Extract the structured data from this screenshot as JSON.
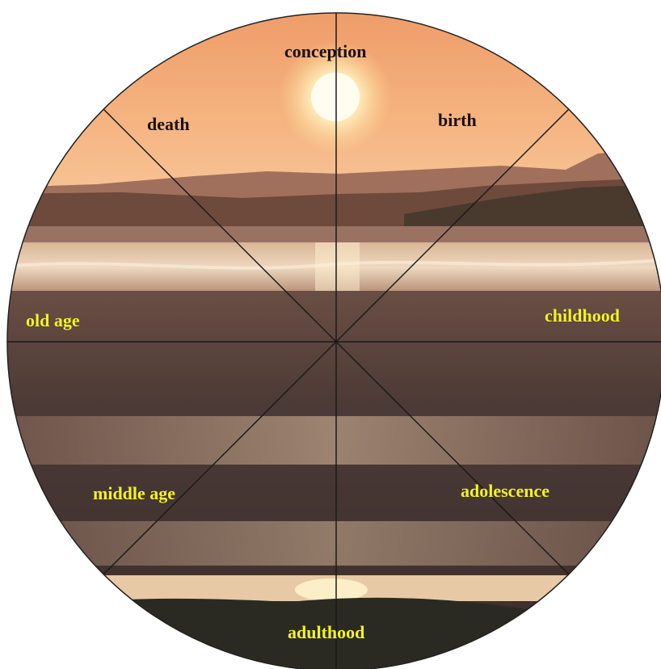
{
  "diagram": {
    "stages": {
      "conception": "conception",
      "birth": "birth",
      "childhood": "childhood",
      "adolescence": "adolescence",
      "adulthood": "adulthood",
      "middle_age": "middle age",
      "old_age": "old age",
      "death": "death"
    },
    "colors": {
      "sky_top": "#f0a06a",
      "sky_horizon": "#f7c38e",
      "sun": "#fffbe0",
      "hills": "#6e4a3c",
      "water": "#e6c7a6",
      "sand": "#4d3a36",
      "dark_label": "#1a1010",
      "light_label": "#f2f22a",
      "divider": "#1a1a1a"
    }
  }
}
